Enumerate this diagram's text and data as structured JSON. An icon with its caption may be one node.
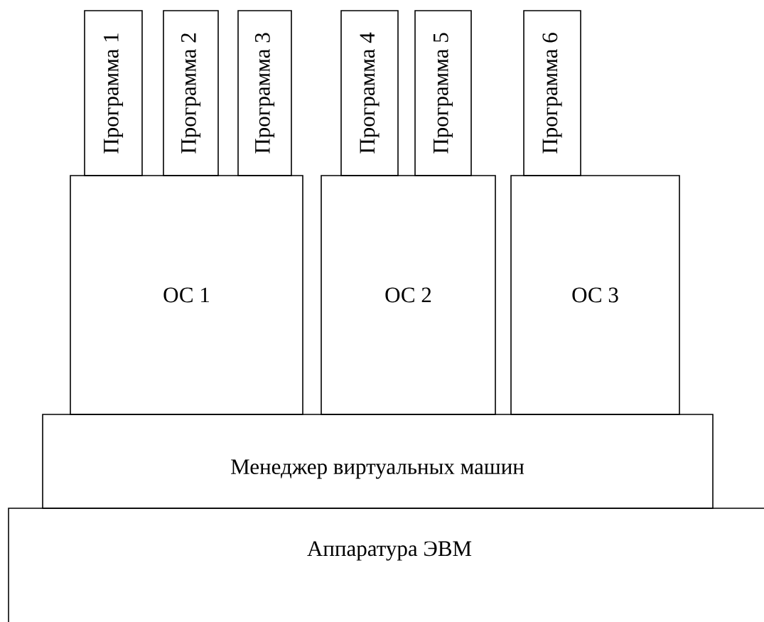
{
  "diagram": {
    "nodes": [
      {
        "text": [
          "Программа 1"
        ]
      },
      {
        "text": [
          "Программа 2"
        ]
      },
      {
        "text": [
          "Программа 3"
        ]
      },
      {
        "text": [
          "Программа 4"
        ]
      },
      {
        "text": [
          "Программа 5"
        ]
      },
      {
        "text": [
          "Программа 6"
        ]
      },
      {
        "text": [
          "ОС 1"
        ]
      },
      {
        "text": [
          "ОС 2"
        ]
      },
      {
        "text": [
          "ОС 3"
        ]
      },
      {
        "text": [
          "Менеджер виртуальных машин"
        ]
      },
      {
        "text": [
          "Аппаратура ЭВМ"
        ]
      }
    ]
  }
}
